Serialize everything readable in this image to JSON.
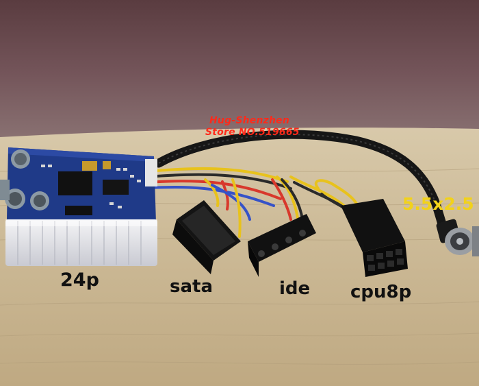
{
  "labels": {
    "atx": "24p",
    "sata": "sata",
    "ide": "ide",
    "cpu": "cpu8p",
    "dc_jack": "5.5x2.5"
  },
  "watermark": {
    "line1": "Hug-Shenzhen",
    "line2": "Store NO.519665"
  },
  "colors": {
    "wall": "#6b4a4e",
    "table": "#cdbb9a",
    "pcb": "#213c8a",
    "dc_label": "#f2d21a",
    "watermark": "#ff2a1a"
  }
}
